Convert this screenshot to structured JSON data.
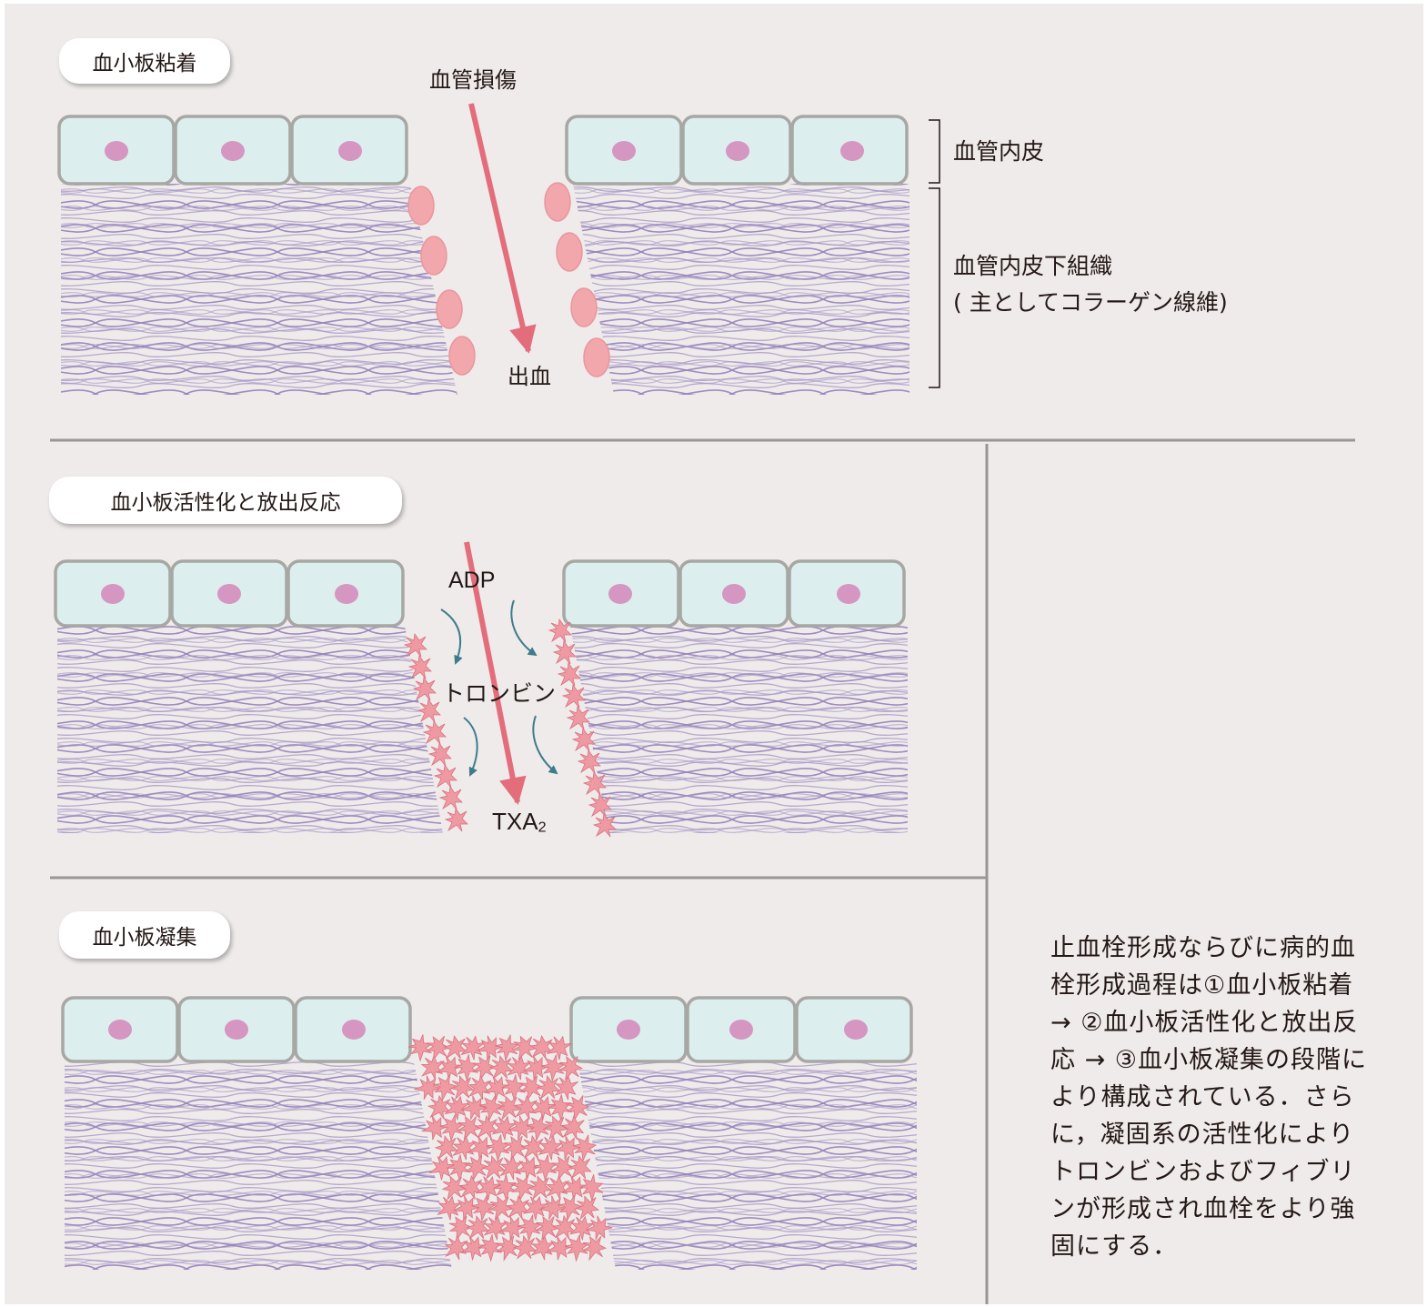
{
  "stages": [
    {
      "title": "血小板粘着"
    },
    {
      "title": "血小板活性化と放出反応"
    },
    {
      "title": "血小板凝集"
    }
  ],
  "labels": {
    "injury": "血管損傷",
    "bleeding": "出血",
    "endothelium": "血管内皮",
    "subendothelial_line1": "血管内皮下組織",
    "subendothelial_line2": "( 主としてコラーゲン線維)",
    "adp": "ADP",
    "thrombin": "トロンビン",
    "txa_main": "TXA",
    "txa_sub": "2"
  },
  "caption": "止血栓形成ならびに病的血栓形成過程は①血小板粘着 → ②血小板活性化と放出反応 → ③血小板凝集の段階により構成されている．さらに，凝固系の活性化によりトロンビンおよびフィブリンが形成され血栓をより強固にする．",
  "colors": {
    "background": "#efebea",
    "endothelial_cell": "#ddeeee",
    "cell_border": "#a7a7a4",
    "nucleus": "#d596c2",
    "collagen": "#8f7cb8",
    "platelet": "#f0a6ab",
    "arrow_red": "#e46d7b",
    "arrow_teal": "#3d7c8c",
    "divider": "#9a9696"
  }
}
